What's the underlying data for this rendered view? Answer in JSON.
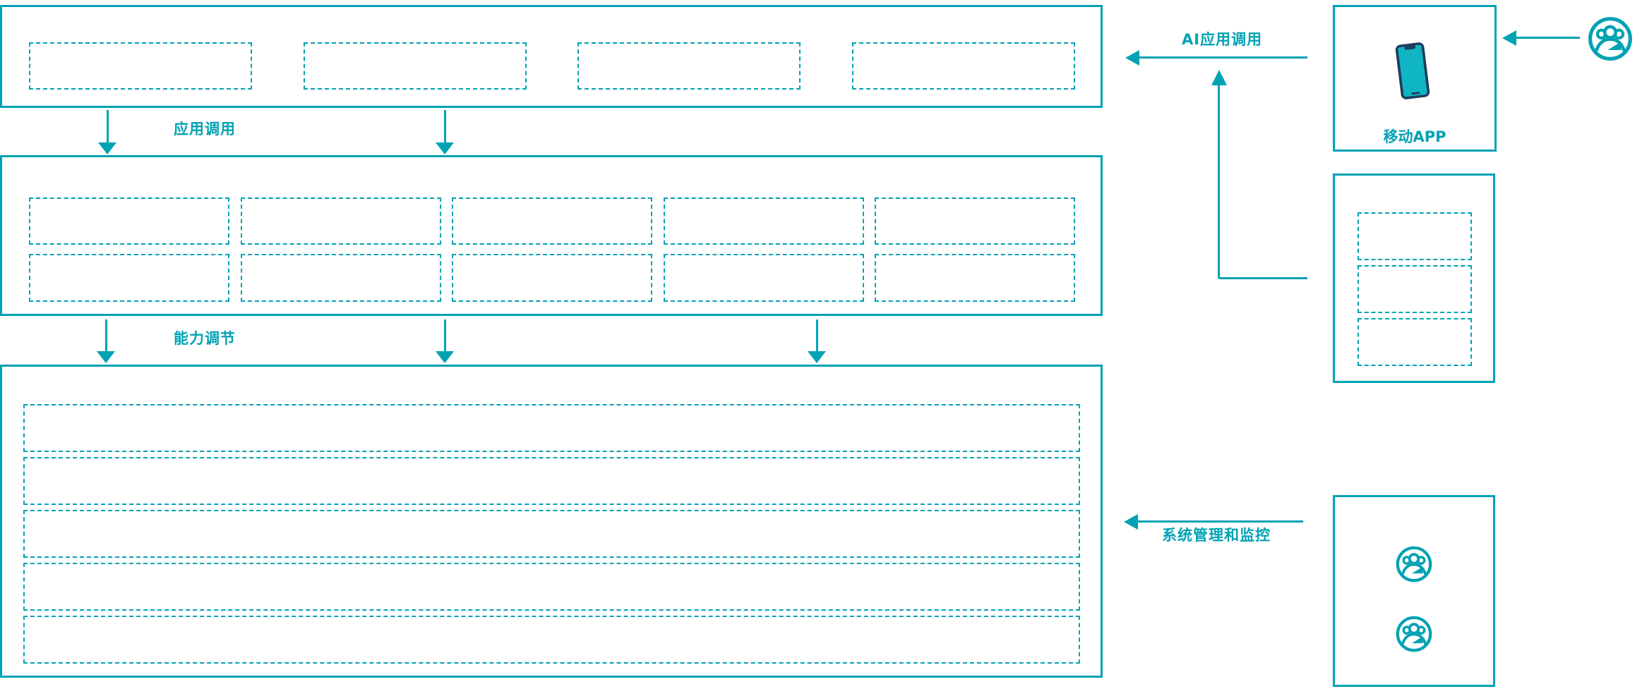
{
  "colors": {
    "accent": "#00a2b3",
    "phone_screen": "#10b5c5",
    "phone_frame": "#1e3e5e"
  },
  "labels": {
    "app_call": "应用调用",
    "capability_adjust": "能力调节",
    "ai_app_call": "AI应用调用",
    "system_management": "系统管理和监控",
    "mobile_app": "移动APP"
  },
  "sections": {
    "application_layer": {
      "placeholders": [
        "",
        "",
        "",
        ""
      ]
    },
    "capability_layer": {
      "row1": [
        "",
        "",
        "",
        "",
        ""
      ],
      "row2": [
        "",
        "",
        "",
        "",
        ""
      ]
    },
    "resource_layer": {
      "rows": [
        "",
        "",
        "",
        "",
        ""
      ]
    },
    "right_middle_box": {
      "placeholders": [
        "",
        "",
        ""
      ]
    },
    "monitor_box": {
      "icons": [
        "user-group-icon",
        "user-group-icon"
      ]
    }
  },
  "icons": {
    "mobile_app": "smartphone-icon",
    "user": "user-group-icon"
  }
}
